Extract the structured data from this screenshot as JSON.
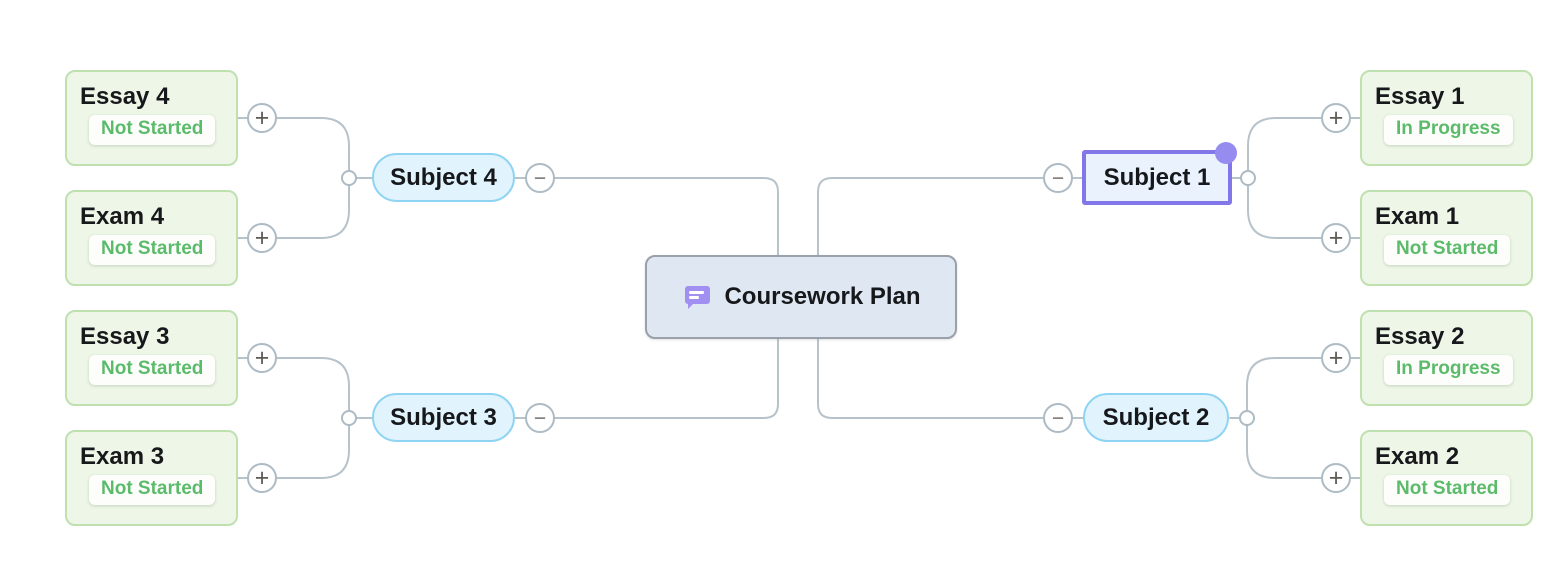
{
  "map": {
    "root": {
      "label": "Coursework Plan",
      "icon": "comment-icon"
    },
    "branches": [
      {
        "label": "Subject 1",
        "selected": true,
        "children": [
          {
            "label": "Essay 1",
            "status": "In Progress"
          },
          {
            "label": "Exam 1",
            "status": "Not Started"
          }
        ]
      },
      {
        "label": "Subject 2",
        "selected": false,
        "children": [
          {
            "label": "Essay 2",
            "status": "In Progress"
          },
          {
            "label": "Exam 2",
            "status": "Not Started"
          }
        ]
      },
      {
        "label": "Subject 3",
        "selected": false,
        "children": [
          {
            "label": "Essay 3",
            "status": "Not Started"
          },
          {
            "label": "Exam 3",
            "status": "Not Started"
          }
        ]
      },
      {
        "label": "Subject 4",
        "selected": false,
        "children": [
          {
            "label": "Essay 4",
            "status": "Not Started"
          },
          {
            "label": "Exam 4",
            "status": "Not Started"
          }
        ]
      }
    ]
  },
  "controls": {
    "collapse_glyph": "−",
    "expand_glyph": "+"
  },
  "colors": {
    "connector": "#b7c3cb",
    "task_fill": "#eef7e7",
    "task_border": "#bfe0af",
    "status_text": "#5cbb6a",
    "subject_fill": "#e1f3fc",
    "subject_border": "#8fd4f2",
    "selection_purple": "#8177e8",
    "selection_handle": "#968cef",
    "root_fill": "#dee7f2",
    "root_border": "#9aa1aa",
    "icon_purple": "#a18ff2"
  }
}
